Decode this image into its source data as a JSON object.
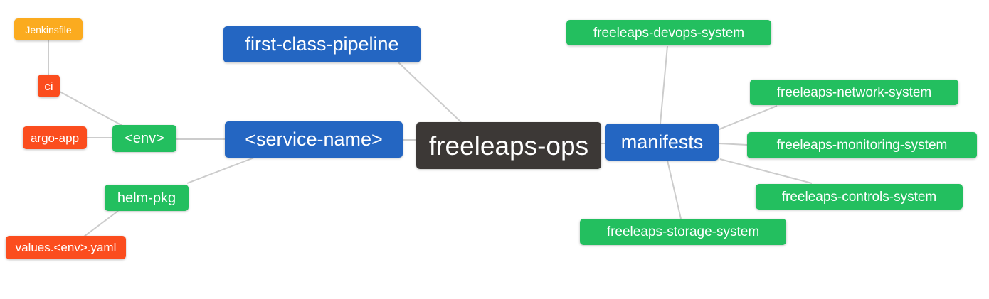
{
  "diagram": {
    "type": "mindmap",
    "root_label": "freeleaps-ops"
  },
  "palette": {
    "blue": "#2466c2",
    "green": "#23bf5f",
    "orange": "#fbab1f",
    "red": "#fb4d1e",
    "dark": "#3c3836",
    "edge": "#cccccc",
    "text": "#ffffff",
    "background": "#ffffff"
  },
  "nodes": {
    "jenkinsfile": {
      "label": "Jenkinsfile",
      "color": "orange"
    },
    "ci": {
      "label": "ci",
      "color": "red"
    },
    "argo_app": {
      "label": "argo-app",
      "color": "red"
    },
    "env": {
      "label": "<env>",
      "color": "green"
    },
    "helm_pkg": {
      "label": "helm-pkg",
      "color": "green"
    },
    "values_yaml": {
      "label": "values.<env>.yaml",
      "color": "red"
    },
    "pipeline": {
      "label": "first-class-pipeline",
      "color": "blue"
    },
    "service_name": {
      "label": "<service-name>",
      "color": "blue"
    },
    "root": {
      "label": "freeleaps-ops",
      "color": "dark"
    },
    "manifests": {
      "label": "manifests",
      "color": "blue"
    },
    "devops": {
      "label": "freeleaps-devops-system",
      "color": "green"
    },
    "network": {
      "label": "freeleaps-network-system",
      "color": "green"
    },
    "monitoring": {
      "label": "freeleaps-monitoring-system",
      "color": "green"
    },
    "controls": {
      "label": "freeleaps-controls-system",
      "color": "green"
    },
    "storage": {
      "label": "freeleaps-storage-system",
      "color": "green"
    }
  },
  "edges": [
    {
      "from": "jenkinsfile",
      "to": "ci"
    },
    {
      "from": "ci",
      "to": "env"
    },
    {
      "from": "argo_app",
      "to": "env"
    },
    {
      "from": "env",
      "to": "service_name"
    },
    {
      "from": "helm_pkg",
      "to": "service_name"
    },
    {
      "from": "values_yaml",
      "to": "helm_pkg"
    },
    {
      "from": "service_name",
      "to": "root"
    },
    {
      "from": "pipeline",
      "to": "root"
    },
    {
      "from": "root",
      "to": "manifests"
    },
    {
      "from": "manifests",
      "to": "devops"
    },
    {
      "from": "manifests",
      "to": "network"
    },
    {
      "from": "manifests",
      "to": "monitoring"
    },
    {
      "from": "manifests",
      "to": "controls"
    },
    {
      "from": "manifests",
      "to": "storage"
    }
  ]
}
